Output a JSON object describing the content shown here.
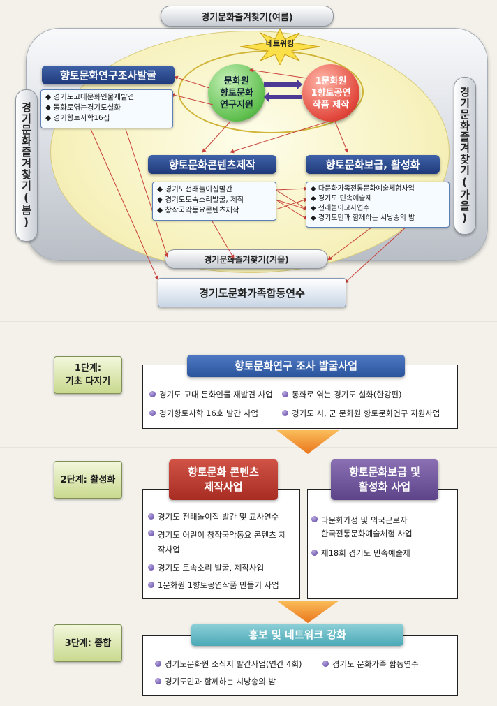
{
  "seasons": {
    "summer": "경기문화즐겨찾기(여름)",
    "spring": "경기문화즐겨찾기(봄)",
    "autumn": "경기문화즐겨찾기(가을)",
    "winter": "경기문화즐겨찾기(겨울)"
  },
  "networking": "네트워킹",
  "circles": {
    "left": "문화원\n향토문화\n연구지원",
    "right": "1문화원\n1향토공연\n작품 제작"
  },
  "diagram": {
    "research": {
      "title": "향토문화연구조사발굴",
      "items": [
        "경기도고대문화인물재발견",
        "동화로엮는경기도설화",
        "경기향토사학16집"
      ]
    },
    "content": {
      "title": "향토문화콘텐츠제작",
      "items": [
        "경기도전래놀이집발간",
        "경기도토속소리발굴, 제작",
        "창작국악동요콘텐츠제작"
      ]
    },
    "spread": {
      "title": "향토문화보급, 활성화",
      "items": [
        "다문화가족전통문화예술체험사업",
        "경기도 민속예술제",
        "전래놀이교사연수",
        "경기도민과 함께하는 시낭송의 밤"
      ]
    },
    "final": "경기도문화가족합동연수"
  },
  "stages": [
    {
      "label": "1단계:\n기초 다지기",
      "banner": "향토문화연구 조사 발굴사업",
      "items": [
        "경기도 고대 문화인물 재발견 사업",
        "동화로 엮는 경기도 설화(한강편)",
        "경기향토사학 16호 발간 사업",
        "경기도 시, 군 문화원 향토문화연구 지원사업"
      ]
    },
    {
      "label": "2단계: 활성화",
      "left_banner": "향토문화 콘텐츠\n제작사업",
      "left_items": [
        "경기도 전래놀이집 발간 및 교사연수",
        "경기도 어린이 창작국악동요 콘텐츠 제\n작사업",
        "경기도 토속소리 발굴, 제작사업",
        "1문화원 1향토공연작품 만들기 사업"
      ],
      "right_banner": "향토문화보급 및\n활성화 사업",
      "right_items": [
        "다문화가정  및 외국근로자\n  한국전통문화예술체험 사업",
        "제18회 경기도 민속예술제"
      ]
    },
    {
      "label": "3단계: 종합",
      "banner": "홍보 및 네트워크 강화",
      "items": [
        "경기도문화원 소식지 발간사업(연간 4회)",
        "경기도 문화가족 합동연수",
        "경기도민과 함께하는 시낭송의 밤"
      ]
    }
  ],
  "colors": {
    "title_bar": "#2a4a8e",
    "stage_fill": "#d7e4a6",
    "arrow": "#f0922a",
    "bullet": "#6a52ad"
  }
}
